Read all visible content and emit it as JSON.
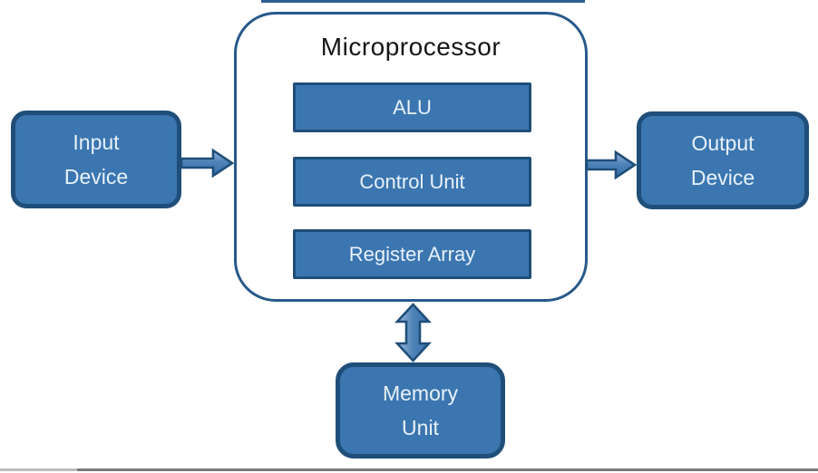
{
  "diagram": {
    "title": "Microprocessor",
    "inner_units": [
      {
        "label": "ALU"
      },
      {
        "label": "Control Unit"
      },
      {
        "label": "Register Array"
      }
    ],
    "devices": {
      "input": {
        "lines": [
          "Input",
          "Device"
        ]
      },
      "output": {
        "lines": [
          "Output",
          "Device"
        ]
      },
      "memory": {
        "lines": [
          "Memory",
          "Unit"
        ]
      }
    },
    "connections": [
      {
        "from": "input-device",
        "to": "microprocessor",
        "direction": "right"
      },
      {
        "from": "microprocessor",
        "to": "output-device",
        "direction": "right"
      },
      {
        "from": "microprocessor",
        "to": "memory-unit",
        "direction": "bidirectional"
      }
    ],
    "colors": {
      "box_fill": "#3b76b0",
      "box_border": "#1f4e79",
      "container_border": "#27598a",
      "label_text": "#e9f1f9",
      "title_text": "#161616",
      "arrow_gradient_light": "#9cb9da",
      "arrow_gradient_dark": "#356fa8",
      "top_line": "#2d5f92",
      "bottom_line_left": "#bcbcbc",
      "bottom_line_right": "#7a7a7a",
      "canvas_bg": "#ffffff"
    }
  }
}
